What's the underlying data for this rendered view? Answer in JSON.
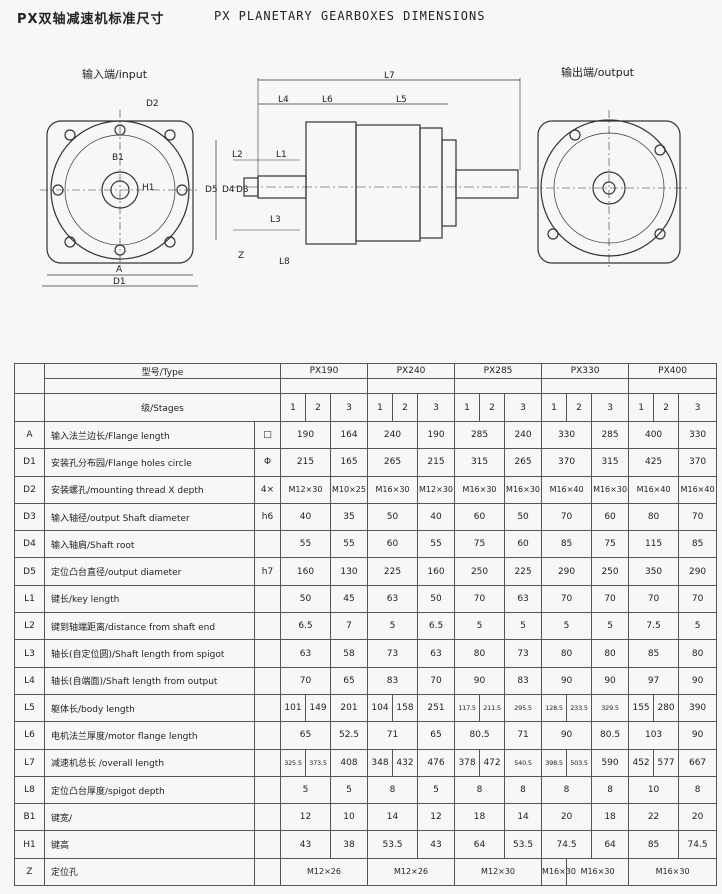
{
  "title": {
    "cn": "PX双轴减速机标准尺寸",
    "en": "PX PLANETARY GEARBOXES DIMENSIONS"
  },
  "diagram": {
    "input_label": "输入端/input",
    "output_label": "输出端/output",
    "labels": [
      "D2",
      "B1",
      "H1",
      "A",
      "D1",
      "L7",
      "L4",
      "L6",
      "L5",
      "L2",
      "L1",
      "D5",
      "D4",
      "D3",
      "L3",
      "Z",
      "L8"
    ]
  },
  "table": {
    "type_label": "型号/Type",
    "stages_label": "级/Stages",
    "models": [
      "PX190",
      "PX240",
      "PX285",
      "PX330",
      "PX400"
    ],
    "stages": [
      "1",
      "2",
      "3"
    ],
    "rows": [
      {
        "sym": "A",
        "name": "输入法兰边长/Flange length",
        "std": "□",
        "cells": [
          "190",
          "",
          "164",
          "240",
          "",
          "190",
          "285",
          "",
          "240",
          "330",
          "",
          "285",
          "400",
          "",
          "330"
        ],
        "span": [
          2,
          1,
          2,
          1,
          2,
          1,
          2,
          1,
          2,
          1
        ]
      },
      {
        "sym": "D1",
        "name": "安装孔分布园/Flange holes circle",
        "std": "Φ",
        "cells": [
          "215",
          "165",
          "265",
          "215",
          "315",
          "265",
          "370",
          "315",
          "425",
          "370"
        ],
        "span": [
          2,
          1,
          2,
          1,
          2,
          1,
          2,
          1,
          2,
          1
        ]
      },
      {
        "sym": "D2",
        "name": "安装螺孔/mounting thread X depth",
        "std": "4×",
        "cells": [
          "M12×30",
          "M10×25",
          "M16×30",
          "M12×30",
          "M16×30",
          "M16×30",
          "M16×40",
          "M16×30",
          "M16×40",
          "M16×40"
        ],
        "span": [
          2,
          1,
          2,
          1,
          2,
          1,
          2,
          1,
          2,
          1
        ]
      },
      {
        "sym": "D3",
        "name": "输入轴径/output Shaft diameter",
        "std": "h6",
        "cells": [
          "40",
          "35",
          "50",
          "40",
          "60",
          "50",
          "70",
          "60",
          "80",
          "70"
        ],
        "span": [
          2,
          1,
          2,
          1,
          2,
          1,
          2,
          1,
          2,
          1
        ]
      },
      {
        "sym": "D4",
        "name": "输入轴肩/Shaft root",
        "std": "",
        "cells": [
          "55",
          "55",
          "60",
          "55",
          "75",
          "60",
          "85",
          "75",
          "115",
          "85"
        ],
        "span": [
          2,
          1,
          2,
          1,
          2,
          1,
          2,
          1,
          2,
          1
        ]
      },
      {
        "sym": "D5",
        "name": "定位凸台直径/output diameter",
        "std": "h7",
        "cells": [
          "160",
          "130",
          "225",
          "160",
          "250",
          "225",
          "290",
          "250",
          "350",
          "290"
        ],
        "span": [
          2,
          1,
          2,
          1,
          2,
          1,
          2,
          1,
          2,
          1
        ]
      },
      {
        "sym": "L1",
        "name": "键长/key length",
        "std": "",
        "cells": [
          "50",
          "45",
          "63",
          "50",
          "70",
          "63",
          "70",
          "70",
          "70",
          "70"
        ],
        "span": [
          2,
          1,
          2,
          1,
          2,
          1,
          2,
          1,
          2,
          1
        ]
      },
      {
        "sym": "L2",
        "name": "键到轴端距离/distance from shaft end",
        "std": "",
        "cells": [
          "6.5",
          "7",
          "5",
          "6.5",
          "5",
          "5",
          "5",
          "5",
          "7.5",
          "5"
        ],
        "span": [
          2,
          1,
          2,
          1,
          2,
          1,
          2,
          1,
          2,
          1
        ]
      },
      {
        "sym": "L3",
        "name": "轴长(自定位圆)/Shaft length from spigot",
        "std": "",
        "cells": [
          "63",
          "58",
          "73",
          "63",
          "80",
          "73",
          "80",
          "80",
          "85",
          "80"
        ],
        "span": [
          2,
          1,
          2,
          1,
          2,
          1,
          2,
          1,
          2,
          1
        ]
      },
      {
        "sym": "L4",
        "name": "轴长(自端面)/Shaft length from output",
        "std": "",
        "cells": [
          "70",
          "65",
          "83",
          "70",
          "90",
          "83",
          "90",
          "90",
          "97",
          "90"
        ],
        "span": [
          2,
          1,
          2,
          1,
          2,
          1,
          2,
          1,
          2,
          1
        ]
      },
      {
        "sym": "L5",
        "name": "躯体长/body length",
        "std": "",
        "cells": [
          "101",
          "149",
          "201",
          "104",
          "158",
          "251",
          "117.5",
          "211.5",
          "295.5",
          "128.5",
          "233.5",
          "329.5",
          "155",
          "280",
          "390"
        ],
        "span": [
          1,
          1,
          1,
          1,
          1,
          1,
          1,
          1,
          1,
          1,
          1,
          1,
          1,
          1,
          1
        ]
      },
      {
        "sym": "L6",
        "name": "电机法兰厚度/motor flange length",
        "std": "",
        "cells": [
          "65",
          "52.5",
          "71",
          "65",
          "80.5",
          "71",
          "90",
          "80.5",
          "103",
          "90"
        ],
        "span": [
          2,
          1,
          2,
          1,
          2,
          1,
          2,
          1,
          2,
          1
        ]
      },
      {
        "sym": "L7",
        "name": "减速机总长 /overall length",
        "std": "",
        "cells": [
          "325.5",
          "373.5",
          "408",
          "348",
          "432",
          "476",
          "378",
          "472",
          "540.5",
          "398.5",
          "503.5",
          "590",
          "452",
          "577",
          "667"
        ],
        "span": [
          1,
          1,
          1,
          1,
          1,
          1,
          1,
          1,
          1,
          1,
          1,
          1,
          1,
          1,
          1
        ]
      },
      {
        "sym": "L8",
        "name": "定位凸台厚度/spigot depth",
        "std": "",
        "cells": [
          "5",
          "5",
          "8",
          "5",
          "8",
          "8",
          "8",
          "8",
          "10",
          "8"
        ],
        "span": [
          2,
          1,
          2,
          1,
          2,
          1,
          2,
          1,
          2,
          1
        ]
      },
      {
        "sym": "B1",
        "name": "键宽/",
        "std": "",
        "cells": [
          "12",
          "10",
          "14",
          "12",
          "18",
          "14",
          "20",
          "18",
          "22",
          "20"
        ],
        "span": [
          2,
          1,
          2,
          1,
          2,
          1,
          2,
          1,
          2,
          1
        ]
      },
      {
        "sym": "H1",
        "name": "键高",
        "std": "",
        "cells": [
          "43",
          "38",
          "53.5",
          "43",
          "64",
          "53.5",
          "74.5",
          "64",
          "85",
          "74.5"
        ],
        "span": [
          2,
          1,
          2,
          1,
          2,
          1,
          2,
          1,
          2,
          1
        ]
      },
      {
        "sym": "Z",
        "name": "定位孔",
        "std": "",
        "cells": [
          "M12×26",
          "M12×26",
          "M12×30",
          "M16×30",
          "M16×30",
          "M16×30"
        ],
        "span": [
          3,
          3,
          3,
          1,
          2,
          3
        ]
      }
    ]
  }
}
